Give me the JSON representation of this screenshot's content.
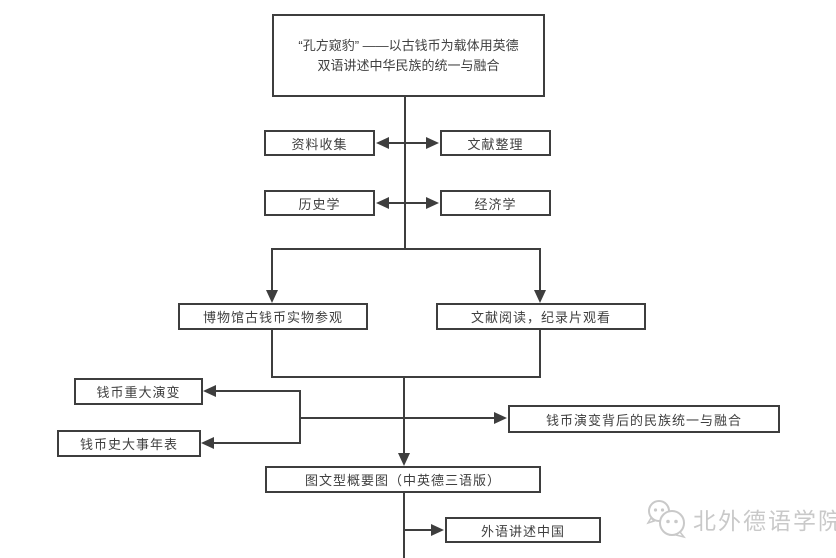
{
  "diagram": {
    "root": {
      "lines": [
        "“孔方窥豹” ——以古钱币为载体用英德",
        "双语讲述中华民族的统一与融合"
      ]
    },
    "nodes": {
      "data_collection": "资料收集",
      "literature_organization": "文献整理",
      "history": "历史学",
      "economics": "经济学",
      "museum_visit": "博物馆古钱币实物参观",
      "literature_reading": "文献阅读，纪录片观看",
      "coin_evolution": "钱币重大演变",
      "coin_chronology": "钱币史大事年表",
      "national_unity": "钱币演变背后的民族统一与融合",
      "infographic": "图文型概要图（中英德三语版）",
      "foreign_language_china": "外语讲述中国"
    },
    "watermark": {
      "label": "北外德语学院",
      "icon": "wechat-account-icon"
    },
    "colors": {
      "line": "#3e3e3e",
      "text": "#3f3f3f",
      "watermark": "#c9c9c9",
      "background": "#ffffff"
    }
  }
}
